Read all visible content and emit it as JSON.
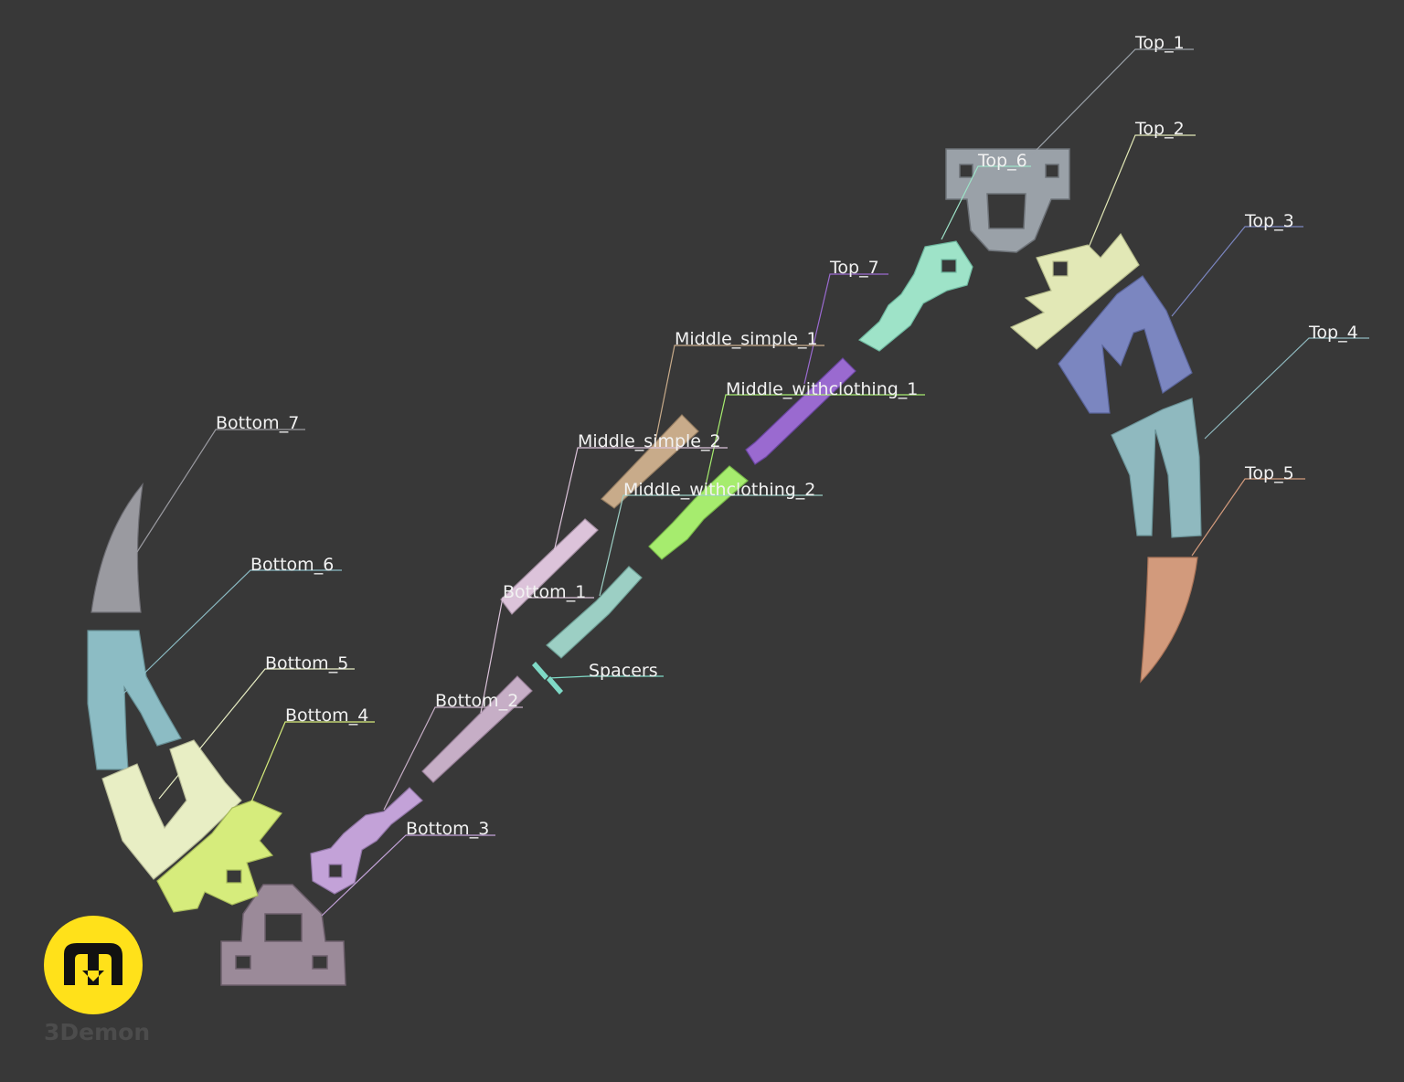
{
  "brand": {
    "name": "3Demon",
    "logo_letter": "m",
    "logo_color": "#ffe11a"
  },
  "background": "#383838",
  "labels": {
    "top_1": "Top_1",
    "top_2": "Top_2",
    "top_3": "Top_3",
    "top_4": "Top_4",
    "top_5": "Top_5",
    "top_6": "Top_6",
    "top_7": "Top_7",
    "middle_simple_1": "Middle_simple_1",
    "middle_simple_2": "Middle_simple_2",
    "middle_withclothing_1": "Middle_withclothing_1",
    "middle_withclothing_2": "Middle_withclothing_2",
    "bottom_1": "Bottom_1",
    "bottom_2": "Bottom_2",
    "bottom_3": "Bottom_3",
    "bottom_4": "Bottom_4",
    "bottom_5": "Bottom_5",
    "bottom_6": "Bottom_6",
    "bottom_7": "Bottom_7",
    "spacers": "Spacers"
  },
  "part_colors": {
    "top_1": "#9aa1a8",
    "top_2": "#e2e8b6",
    "top_3": "#7b86c0",
    "top_4": "#8fb9bf",
    "top_5": "#d29a7c",
    "top_6": "#9ee3c8",
    "top_7": "#9a6ad0",
    "middle_simple_1": "#c8ab8a",
    "middle_simple_2": "#dcc3da",
    "middle_withclothing_1": "#a6ec6e",
    "middle_withclothing_2": "#9ccfc4",
    "bottom_1": "#d9c1d8",
    "bottom_2": "#c6aec6",
    "bottom_3": "#c3a2d8",
    "bottom_4": "#d6ec7c",
    "bottom_5": "#e8eec4",
    "bottom_6": "#8cbcc4",
    "bottom_7": "#9a9aa0",
    "bottom_8": "#9b8a99",
    "spacers": "#7fd9c6"
  }
}
